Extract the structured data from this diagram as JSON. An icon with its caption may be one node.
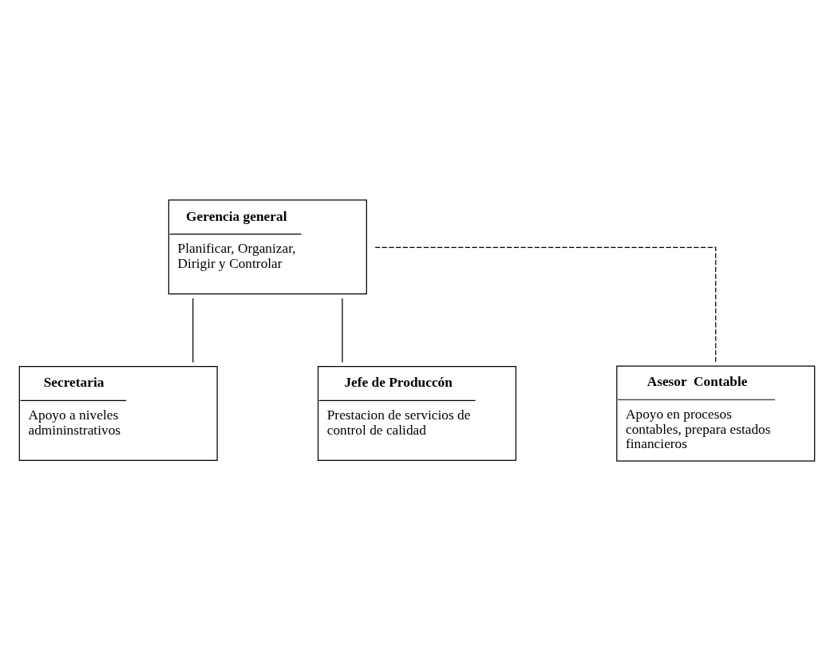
{
  "diagram": {
    "nodes": [
      {
        "text": [
          "Gerencia general",
          "Planificar, Organizar, Dirigir y Controlar"
        ]
      },
      {
        "text": [
          "Asesor  Contable",
          "Apoyo en procesos contables, prepara estados financieros"
        ]
      },
      {
        "text": [
          "Secretaria",
          "Apoyo a niveles admininstrativos"
        ]
      },
      {
        "text": [
          "Jefe de Produccón",
          "Prestacion de servicios de control de calidad"
        ]
      }
    ],
    "edges": [
      {
        "from": 0,
        "to": 2,
        "arrow": "none"
      },
      {
        "from": 0,
        "to": 3,
        "arrow": "none"
      },
      {
        "from": 1,
        "to": 0,
        "arrow": "none",
        "style": "dashed"
      }
    ]
  }
}
